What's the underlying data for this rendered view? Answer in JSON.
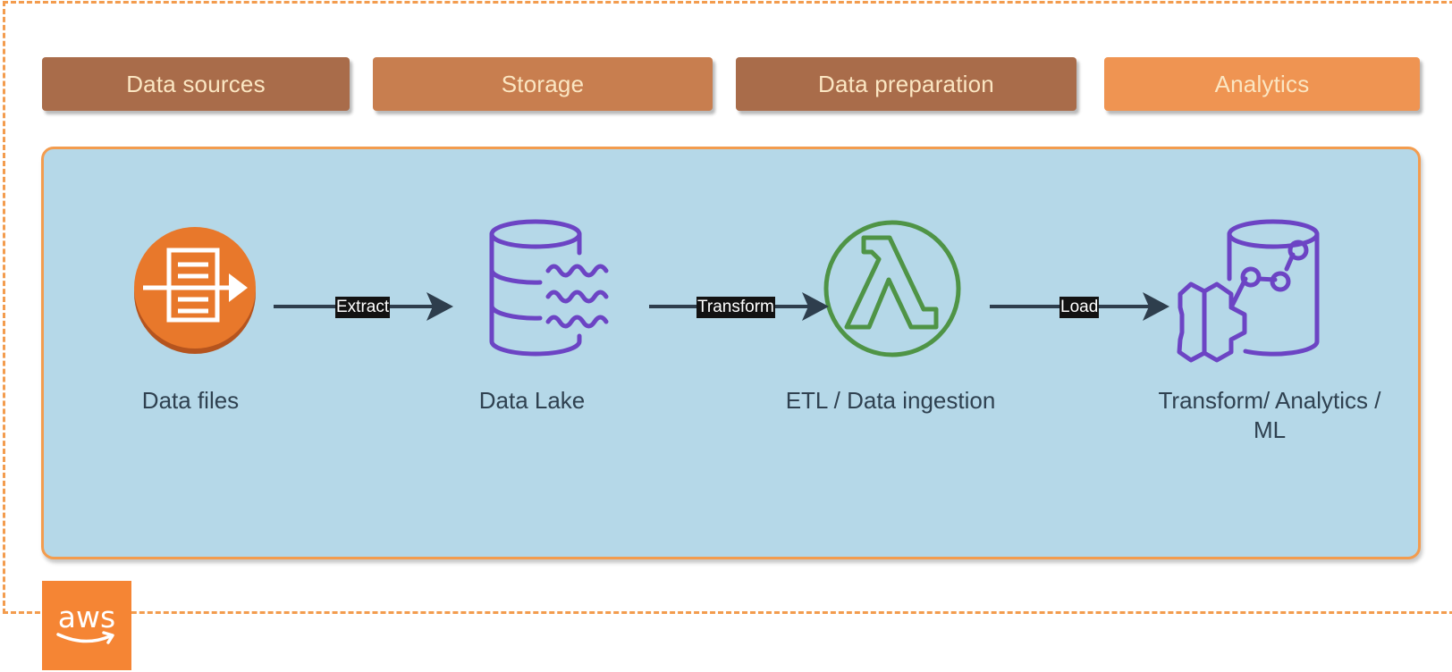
{
  "categories": [
    {
      "label": "Data sources",
      "color": "#A96C4A"
    },
    {
      "label": "Storage",
      "color": "#C87E4F"
    },
    {
      "label": "Data preparation",
      "color": "#A96C4A"
    },
    {
      "label": "Analytics",
      "color": "#EF9452"
    }
  ],
  "nodes": [
    {
      "label": "Data files",
      "icon": "data-files-icon",
      "color": "#E8782B"
    },
    {
      "label": "Data Lake",
      "icon": "data-lake-icon",
      "color": "#6C44C4"
    },
    {
      "label": "ETL / Data ingestion",
      "icon": "lambda-icon",
      "color": "#4F9446"
    },
    {
      "label_line1": "Transform/ Analytics /",
      "label_line2": "ML",
      "icon": "analytics-ml-icon",
      "color": "#6C44C4"
    }
  ],
  "edges": [
    {
      "label": "Extract"
    },
    {
      "label": "Transform"
    },
    {
      "label": "Load"
    }
  ],
  "logo": {
    "text": "aws",
    "color": "#F58534"
  },
  "colors": {
    "boundary": "#F39C4E",
    "panel": "#B5D8E8",
    "arrow": "#2E3E4D"
  }
}
